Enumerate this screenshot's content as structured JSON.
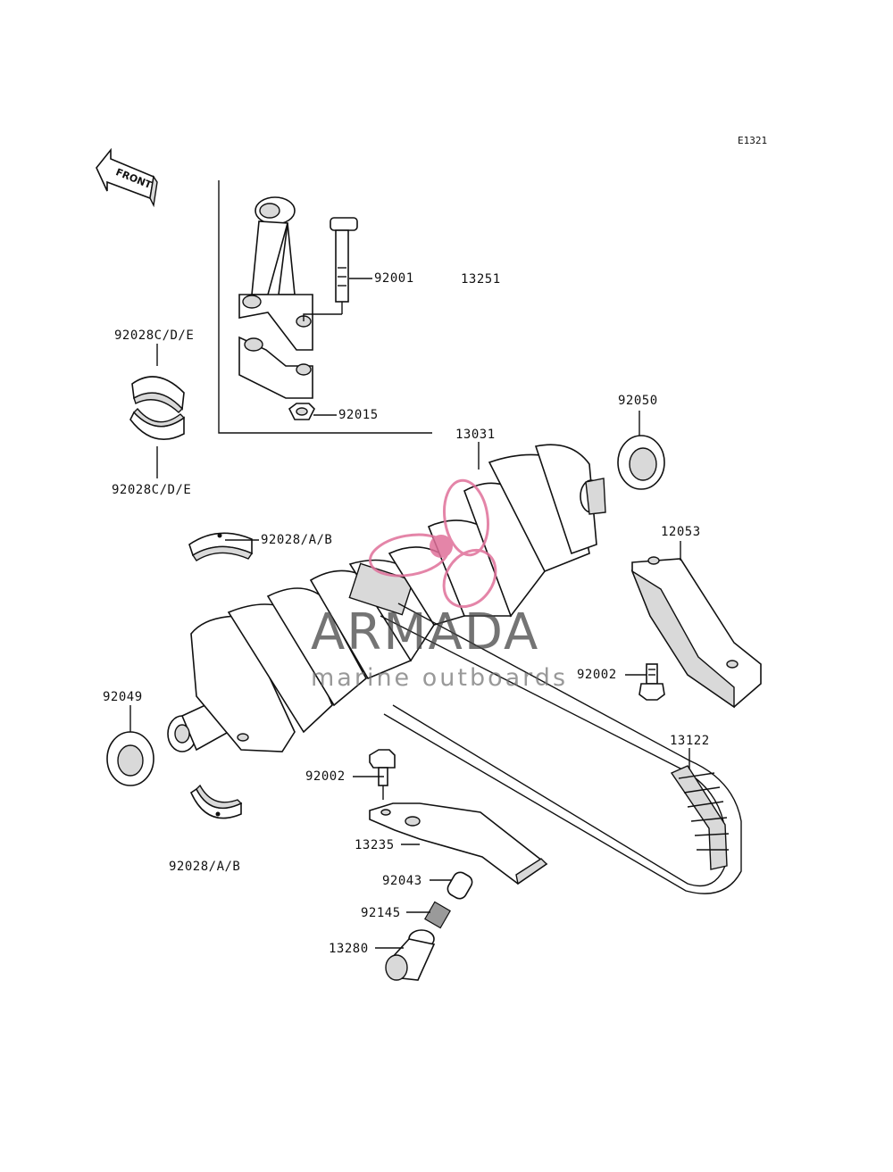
{
  "diagram_code": "E1321",
  "front_marker": "FRONT",
  "watermark": {
    "brand": "ARMADA",
    "tagline": "marine outboards",
    "logo_color": "#e0709a"
  },
  "part_labels": {
    "conrod_bolt": "92001",
    "conrod_assembly": "13251",
    "conrod_nut": "92015",
    "conrod_bearing_upper": "92028C/D/E",
    "conrod_bearing_lower": "92028C/D/E",
    "crankshaft": "13031",
    "oil_seal_right": "92050",
    "chain_guide": "12053",
    "main_bearing_upper": "92028/A/B",
    "guide_bolt": "92002",
    "oil_seal_left": "92049",
    "chain": "13122",
    "tensioner_bolt": "92002",
    "tensioner_guide": "13235",
    "main_bearing_lower": "92028/A/B",
    "tensioner_plunger": "92043",
    "tensioner_spring": "92145",
    "tensioner_holder": "13280"
  }
}
